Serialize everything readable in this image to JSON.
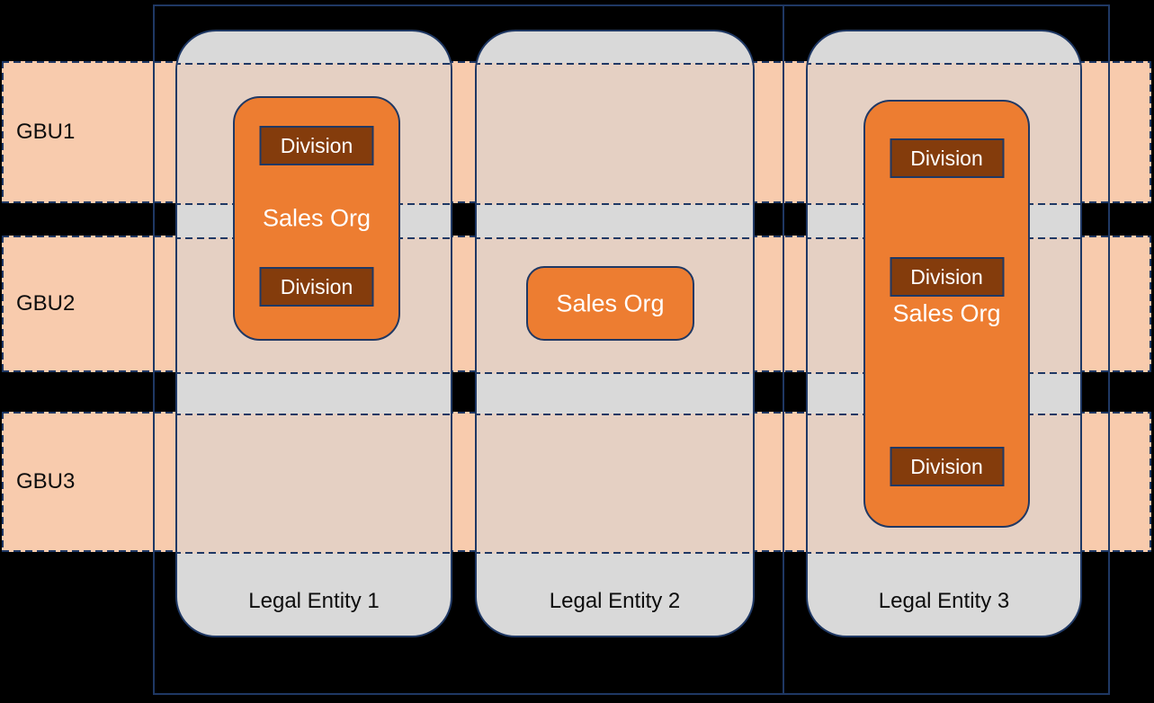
{
  "diagram": {
    "gbu_bands": [
      {
        "label": "GBU1"
      },
      {
        "label": "GBU2"
      },
      {
        "label": "GBU3"
      }
    ],
    "legal_entities": [
      {
        "label": "Legal Entity 1",
        "sales_orgs": [
          {
            "label": "Sales Org",
            "divisions": [
              {
                "label": "Division"
              },
              {
                "label": "Division"
              }
            ]
          }
        ]
      },
      {
        "label": "Legal Entity 2",
        "sales_orgs": [
          {
            "label": "Sales Org",
            "divisions": []
          }
        ]
      },
      {
        "label": "Legal Entity 3",
        "sales_orgs": [
          {
            "label": "Sales Org",
            "divisions": [
              {
                "label": "Division"
              },
              {
                "label": "Division"
              },
              {
                "label": "Division"
              }
            ]
          }
        ]
      }
    ],
    "colors": {
      "bg": "#000000",
      "navy": "#1F3864",
      "band": "#F8CBAD",
      "band-overlap": "#E5D0C3",
      "le-fill": "#D9D9D9",
      "so-fill": "#ED7D31",
      "division-fill": "#843C0C",
      "text-dark": "#0D0D0D",
      "text-light": "#FFFFFF"
    }
  }
}
